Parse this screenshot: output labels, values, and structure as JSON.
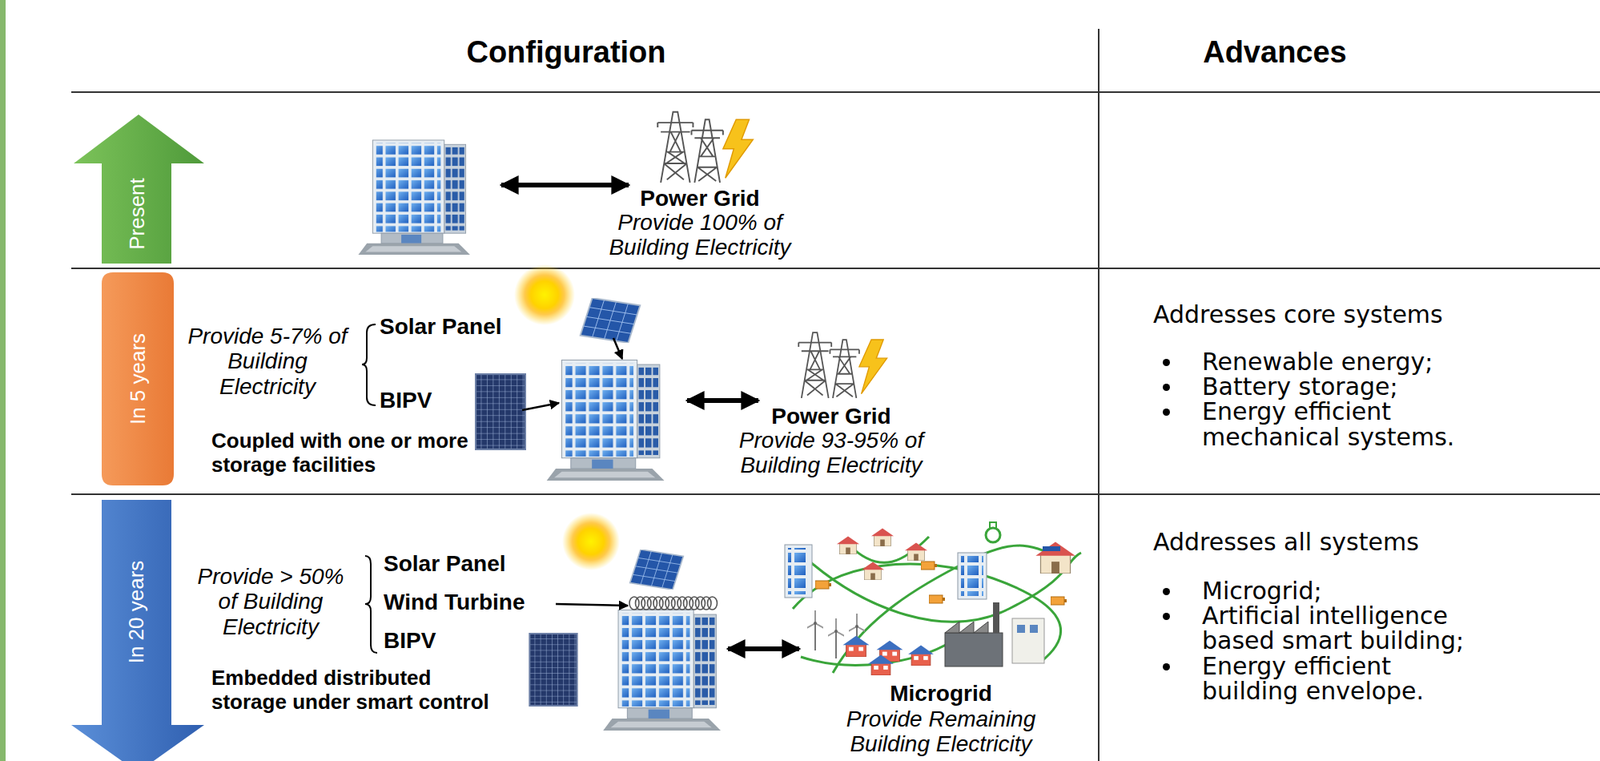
{
  "diagram": {
    "nodes": [
      {
        "text": [
          "Present"
        ]
      },
      {
        "text": [
          "In 5 years"
        ]
      },
      {
        "text": [
          "In 20 years"
        ]
      }
    ],
    "labels": [
      "Configuration",
      "Advances",
      "Power Grid",
      "Provide 100% of Building Electricity",
      "Provide 5-7% of Building Electricity",
      "Solar Panel",
      "BIPV",
      "Coupled with one or more storage facilities",
      "Power Grid",
      "Provide 93-95% of Building Electricity",
      "Addresses core systems",
      "Renewable energy;",
      "Battery storage;",
      "Energy efficient mechanical systems.",
      "Provide > 50% of Building Electricity",
      "Solar Panel",
      "Wind Turbine",
      "BIPV",
      "Embedded distributed storage under smart control",
      "Microgrid",
      "Provide Remaining Building Electricity",
      "Addresses all systems",
      "Microgrid;",
      "Artificial intelligence based smart building;",
      "Energy efficient building envelope."
    ]
  }
}
